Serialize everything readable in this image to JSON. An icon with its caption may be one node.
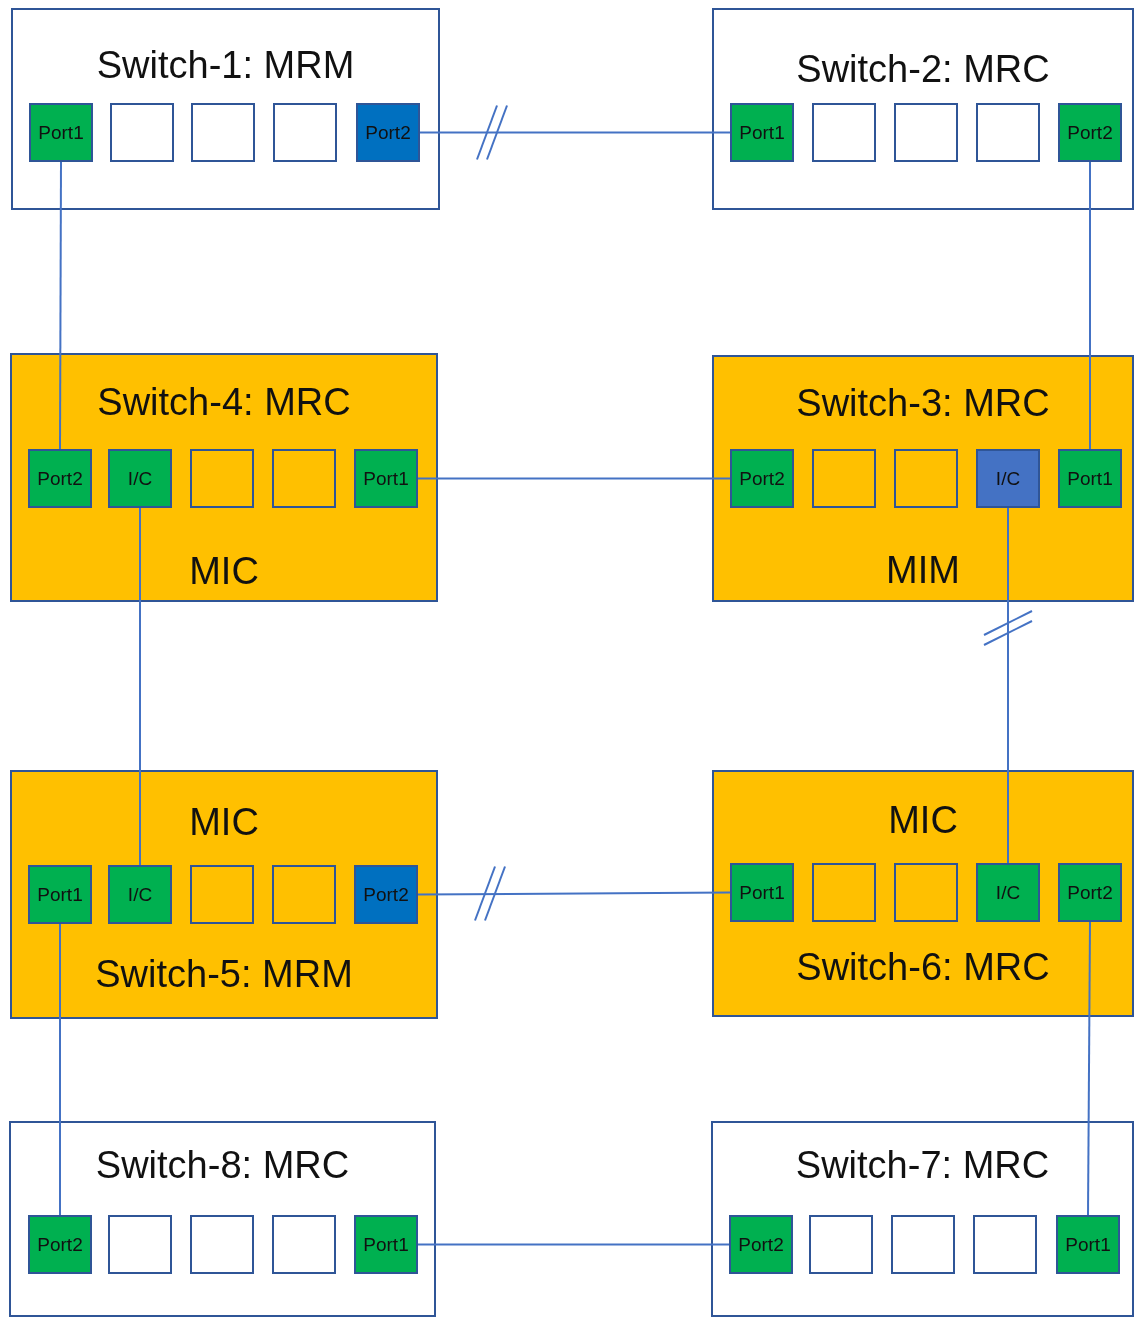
{
  "diagram": {
    "nodes": [
      {
        "text": [
          "Switch-1: MRM"
        ]
      },
      {
        "text": [
          "Port1"
        ],
        "in": 0
      },
      {
        "text": [],
        "shape": "box",
        "in": 0
      },
      {
        "text": [],
        "shape": "box",
        "in": 0
      },
      {
        "text": [],
        "shape": "box",
        "in": 0
      },
      {
        "text": [
          "Port2"
        ],
        "in": 0
      },
      {
        "text": [
          "Switch-2: MRC"
        ]
      },
      {
        "text": [
          "Port1"
        ],
        "in": 6
      },
      {
        "text": [],
        "shape": "box",
        "in": 6
      },
      {
        "text": [],
        "shape": "box",
        "in": 6
      },
      {
        "text": [],
        "shape": "box",
        "in": 6
      },
      {
        "text": [
          "Port2"
        ],
        "in": 6
      },
      {
        "text": [
          "Switch-4: MRC",
          "MIC"
        ]
      },
      {
        "text": [
          "Port2"
        ],
        "in": 12
      },
      {
        "text": [
          "I/C"
        ],
        "in": 12
      },
      {
        "text": [],
        "shape": "box",
        "in": 12
      },
      {
        "text": [],
        "shape": "box",
        "in": 12
      },
      {
        "text": [
          "Port1"
        ],
        "in": 12
      },
      {
        "text": [
          "Switch-3: MRC",
          "MIM"
        ]
      },
      {
        "text": [
          "Port2"
        ],
        "in": 18
      },
      {
        "text": [],
        "shape": "box",
        "in": 18
      },
      {
        "text": [],
        "shape": "box",
        "in": 18
      },
      {
        "text": [
          "I/C"
        ],
        "in": 18
      },
      {
        "text": [
          "Port1"
        ],
        "in": 18
      },
      {
        "text": [
          "MIC",
          "Switch-5: MRM"
        ]
      },
      {
        "text": [
          "Port1"
        ],
        "in": 24
      },
      {
        "text": [
          "I/C"
        ],
        "in": 24
      },
      {
        "text": [],
        "shape": "box",
        "in": 24
      },
      {
        "text": [],
        "shape": "box",
        "in": 24
      },
      {
        "text": [
          "Port2"
        ],
        "in": 24
      },
      {
        "text": [
          "MIC",
          "Switch-6: MRC"
        ]
      },
      {
        "text": [
          "Port1"
        ],
        "in": 30
      },
      {
        "text": [],
        "shape": "box",
        "in": 30
      },
      {
        "text": [],
        "shape": "box",
        "in": 30
      },
      {
        "text": [
          "I/C"
        ],
        "in": 30
      },
      {
        "text": [
          "Port2"
        ],
        "in": 30
      },
      {
        "text": [
          "Switch-8: MRC"
        ]
      },
      {
        "text": [
          "Port2"
        ],
        "in": 36
      },
      {
        "text": [],
        "shape": "box",
        "in": 36
      },
      {
        "text": [],
        "shape": "box",
        "in": 36
      },
      {
        "text": [],
        "shape": "box",
        "in": 36
      },
      {
        "text": [
          "Port1"
        ],
        "in": 36
      },
      {
        "text": [
          "Switch-7: MRC"
        ]
      },
      {
        "text": [
          "Port2"
        ],
        "in": 42
      },
      {
        "text": [],
        "shape": "box",
        "in": 42
      },
      {
        "text": [],
        "shape": "box",
        "in": 42
      },
      {
        "text": [],
        "shape": "box",
        "in": 42
      },
      {
        "text": [
          "Port1"
        ],
        "in": 42
      }
    ],
    "edges": [
      {
        "from": 5,
        "to": 7,
        "arrow": "none"
      },
      {
        "from": 1,
        "to": 13,
        "arrow": "none"
      },
      {
        "from": 11,
        "to": 23,
        "arrow": "none"
      },
      {
        "from": 17,
        "to": 19,
        "arrow": "none"
      },
      {
        "from": 14,
        "to": 26,
        "arrow": "none"
      },
      {
        "from": 22,
        "to": 34,
        "arrow": "none"
      },
      {
        "from": 29,
        "to": 31,
        "arrow": "none"
      },
      {
        "from": 25,
        "to": 37,
        "arrow": "none"
      },
      {
        "from": 35,
        "to": 47,
        "arrow": "none"
      },
      {
        "from": 41,
        "to": 43,
        "arrow": "none"
      }
    ]
  }
}
